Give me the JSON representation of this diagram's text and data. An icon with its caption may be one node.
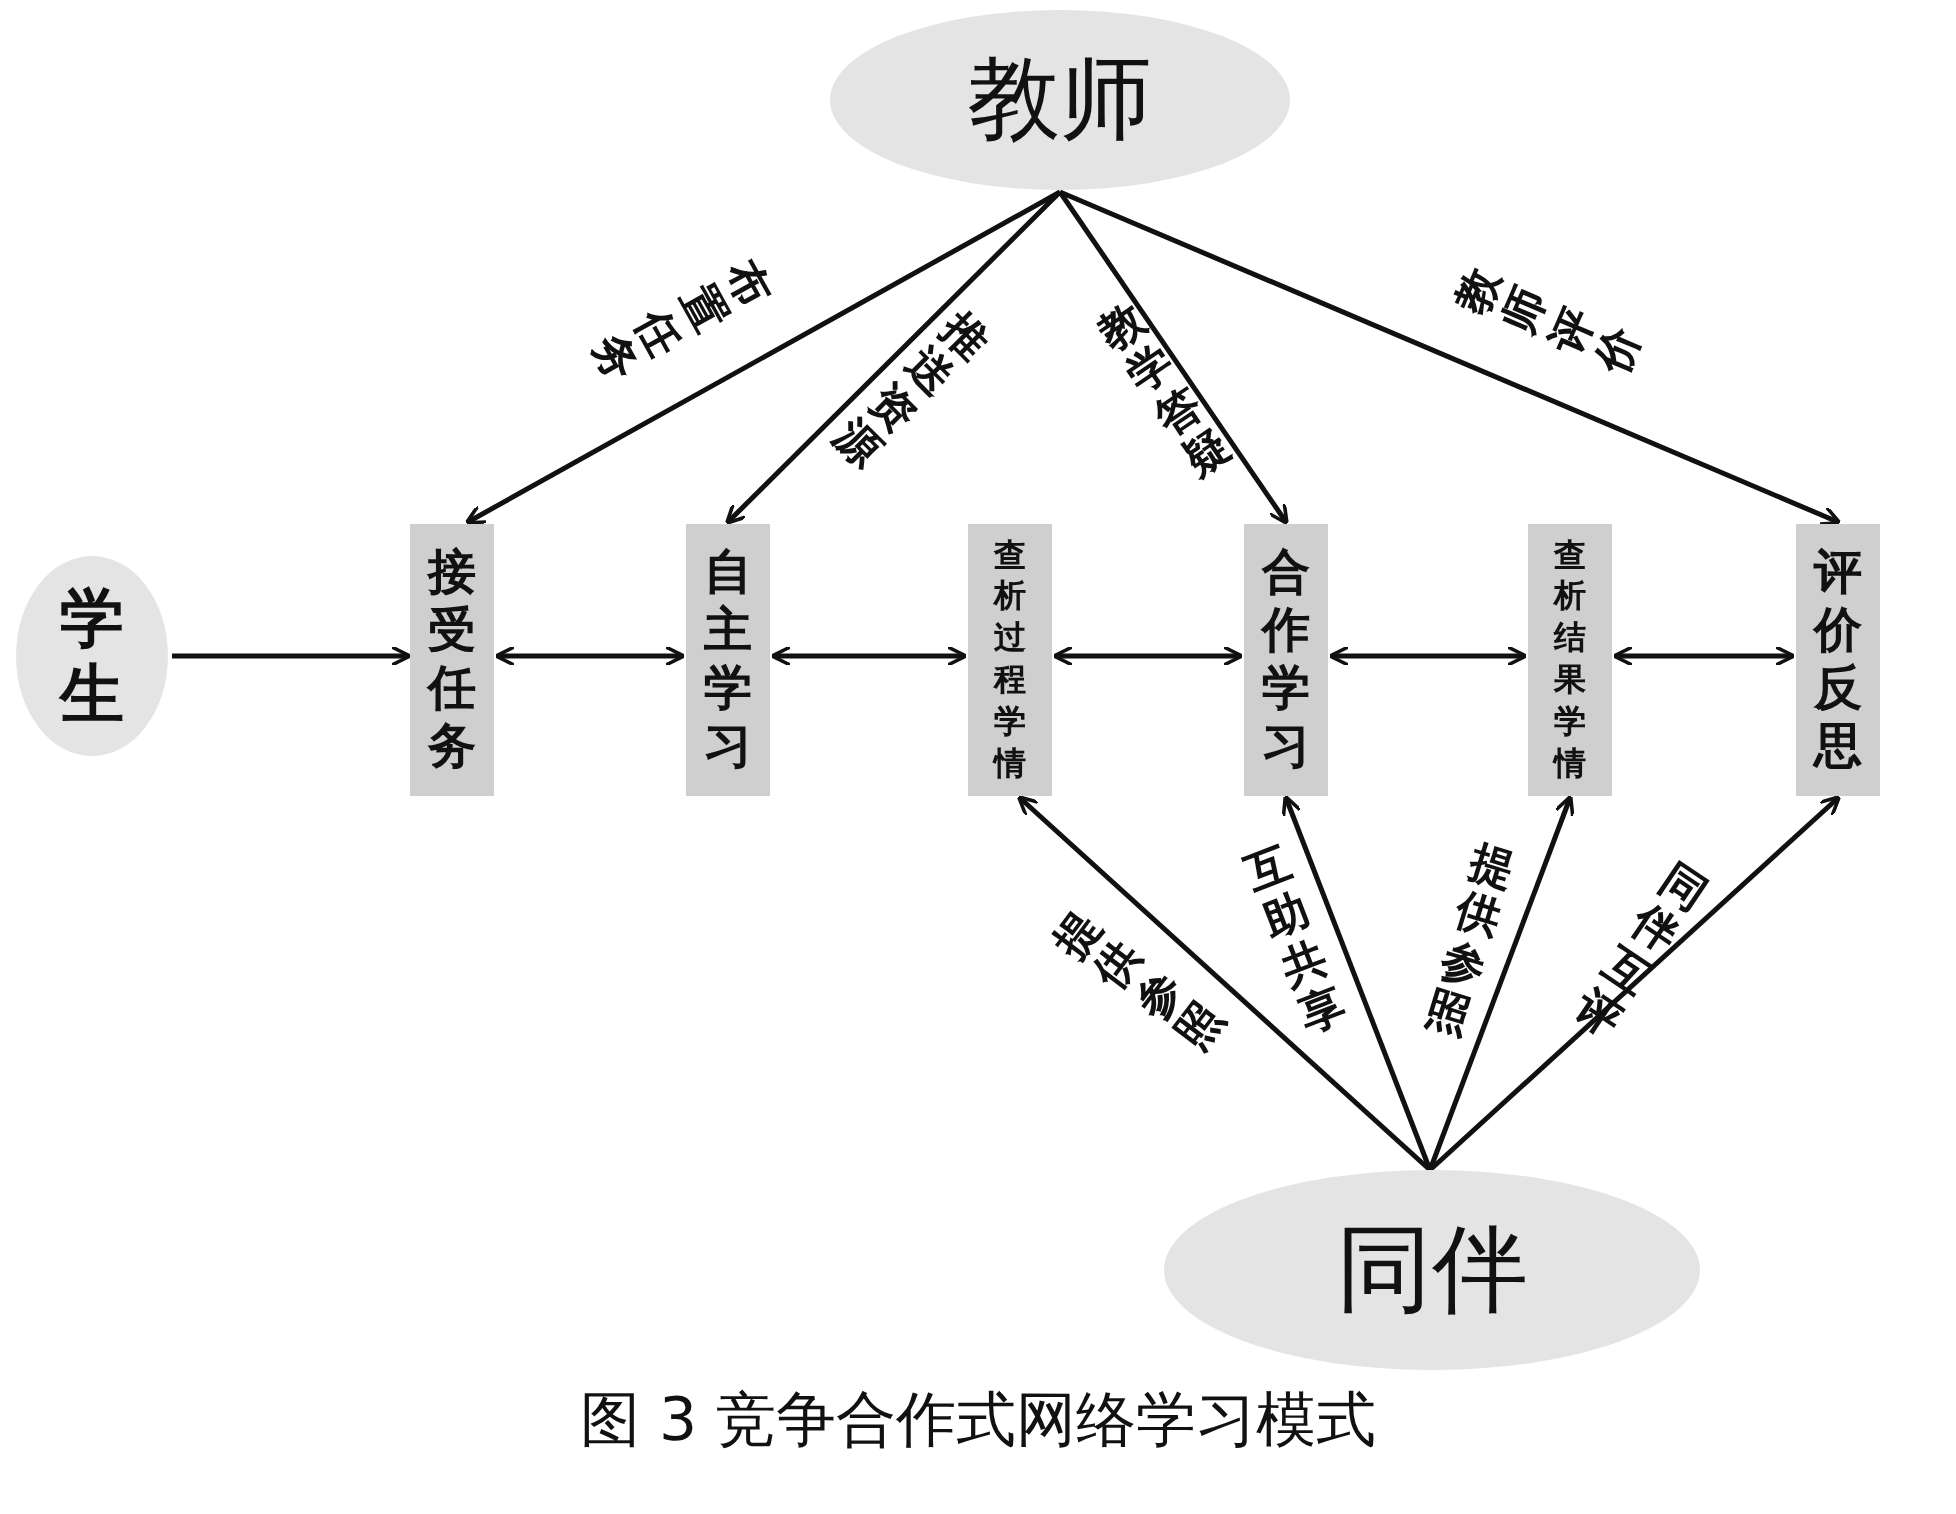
{
  "diagram": {
    "caption": "图 3  竞争合作式网络学习模式",
    "nodes": [
      {
        "text": [
          "教师"
        ]
      },
      {
        "text": [
          "学生"
        ]
      },
      {
        "text": [
          "接受任务"
        ]
      },
      {
        "text": [
          "自主学习"
        ]
      },
      {
        "text": [
          "查析过程学情"
        ]
      },
      {
        "text": [
          "合作学习"
        ]
      },
      {
        "text": [
          "查析结果学情"
        ]
      },
      {
        "text": [
          "评价反思"
        ]
      },
      {
        "text": [
          "同伴"
        ]
      }
    ],
    "edges": [
      {
        "from": 0,
        "to": 2,
        "arrow": "to",
        "label": "布置任务"
      },
      {
        "from": 0,
        "to": 3,
        "arrow": "to",
        "label": "推送资源"
      },
      {
        "from": 0,
        "to": 5,
        "arrow": "to",
        "label": "教学答疑"
      },
      {
        "from": 0,
        "to": 7,
        "arrow": "to",
        "label": "教师评价"
      },
      {
        "from": 1,
        "to": 2,
        "arrow": "to"
      },
      {
        "from": 2,
        "to": 3,
        "arrow": "both"
      },
      {
        "from": 3,
        "to": 4,
        "arrow": "both"
      },
      {
        "from": 4,
        "to": 5,
        "arrow": "both"
      },
      {
        "from": 5,
        "to": 6,
        "arrow": "both"
      },
      {
        "from": 6,
        "to": 7,
        "arrow": "both"
      },
      {
        "from": 8,
        "to": 4,
        "arrow": "to",
        "label": "提供参照"
      },
      {
        "from": 8,
        "to": 5,
        "arrow": "to",
        "label": "互助共享"
      },
      {
        "from": 8,
        "to": 6,
        "arrow": "to",
        "label": "提供参照"
      },
      {
        "from": 8,
        "to": 7,
        "arrow": "to",
        "label": "同伴互评"
      }
    ]
  }
}
